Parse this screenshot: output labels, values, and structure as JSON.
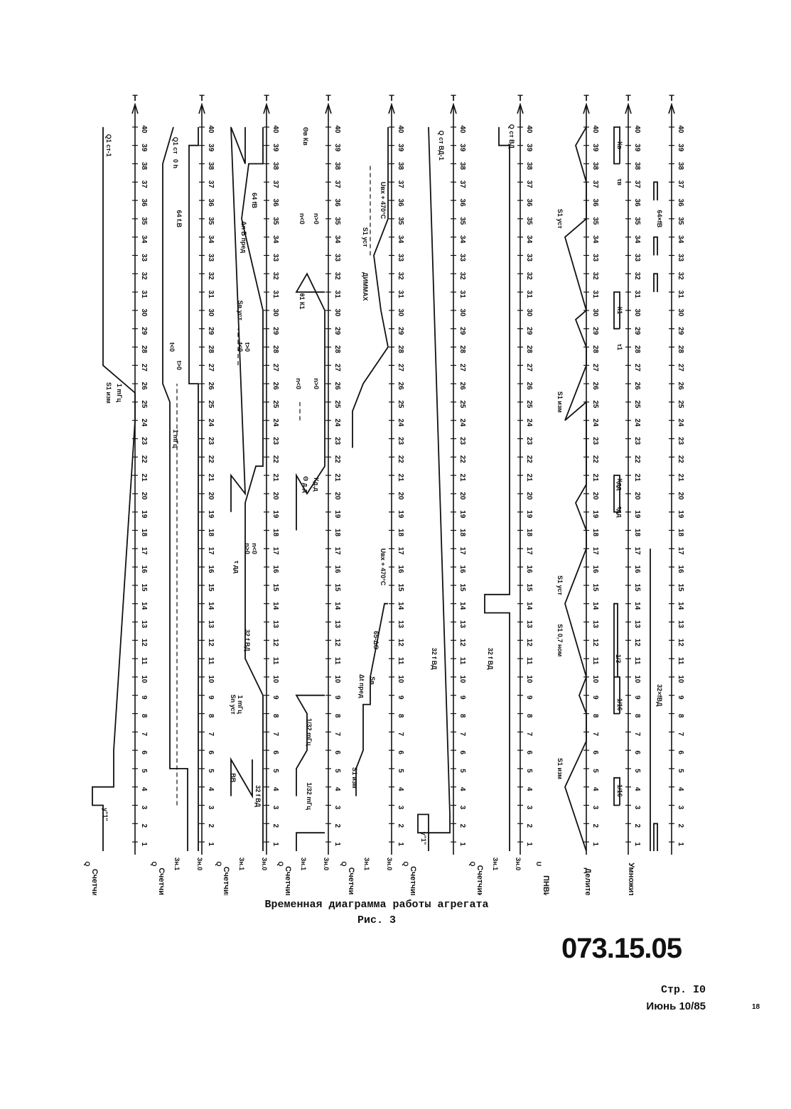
{
  "figure": {
    "time_axis_label": "T",
    "tick_labels": [
      "1",
      "2",
      "3",
      "4",
      "5",
      "6",
      "7",
      "8",
      "9",
      "10",
      "11",
      "12",
      "13",
      "14",
      "15",
      "16",
      "17",
      "18",
      "19",
      "20",
      "21",
      "22",
      "23",
      "24",
      "25",
      "26",
      "27",
      "28",
      "29",
      "30",
      "31",
      "32",
      "33",
      "34",
      "35",
      "36",
      "37",
      "38",
      "39",
      "40"
    ],
    "rows": [
      {
        "name": "Счетчик I",
        "zero_labels": [
          "Q"
        ]
      },
      {
        "name": "Счетчик II",
        "zero_labels": [
          "Q",
          "Зн.1",
          "Зн.0"
        ]
      },
      {
        "name": "Счетчик III",
        "zero_labels": [
          "Q",
          "Зн.1",
          "Зн.0"
        ]
      },
      {
        "name": "Счетчик IV",
        "zero_labels": [
          "Q",
          "Зн.1",
          "Зн.0"
        ]
      },
      {
        "name": "Счетчик V",
        "zero_labels": [
          "Q",
          "Зн.1",
          "Зн.0"
        ]
      },
      {
        "name": "Счетчик VI",
        "zero_labels": [
          "Q"
        ]
      },
      {
        "name": "Счетчик VII",
        "zero_labels": [
          "Q",
          "Зн.1",
          "Зн.0"
        ]
      },
      {
        "name": "ПНВИ",
        "zero_labels": [
          "U"
        ]
      },
      {
        "name": "Делитель",
        "zero_labels": []
      },
      {
        "name": "Умножитель",
        "zero_labels": []
      }
    ],
    "annotations": [
      "Q1 ст-1",
      "S1 изм",
      "1 mГц",
      "у\"1\"",
      "Q1 ст",
      "64 f.В",
      "t<0",
      "t>0",
      "1 mГц",
      "0 h",
      "Δn В пред",
      "64 fB",
      "Sв уст",
      "t<0",
      "t>0",
      "τ дд",
      "n>0",
      "n<0",
      "32 f ВД",
      "Sn уст",
      "1 mГц",
      "ВВ",
      "32 f ВД",
      "n<0",
      "n>0",
      "n<0",
      "n>0",
      "1/32 mГц",
      "1/32 mГц",
      "Кд.д",
      "Θ д.д",
      "θ1 К1",
      "Θв Кв",
      "Uвх + 470°С",
      "S1 уст",
      "Uвх + 470°С",
      "S1 изм",
      "Δt пред",
      "Sв",
      "65-ΔΘ",
      "ДИММАХ",
      "Q ст ВД-1",
      "32 f ВД",
      "у\"1\"",
      "Q ст ВД",
      "32 f ВД",
      "S1 уст",
      "S1 изм",
      "S1 уст",
      "S1 0,7 ном",
      "S1 изм",
      "Кв",
      "τв",
      "К1",
      "τ1",
      "Кдд",
      "τдд",
      "1/3",
      "1/16",
      "1/16",
      "64×fВ",
      "32×fВД"
    ]
  },
  "caption": {
    "title": "Временная диаграмма работы агрегата",
    "figure_label": "Рис. 3"
  },
  "footer": {
    "doc_number": "073.15.05",
    "page": "Стр. I0",
    "date": "Июнь 10/85",
    "sheet": "18"
  }
}
